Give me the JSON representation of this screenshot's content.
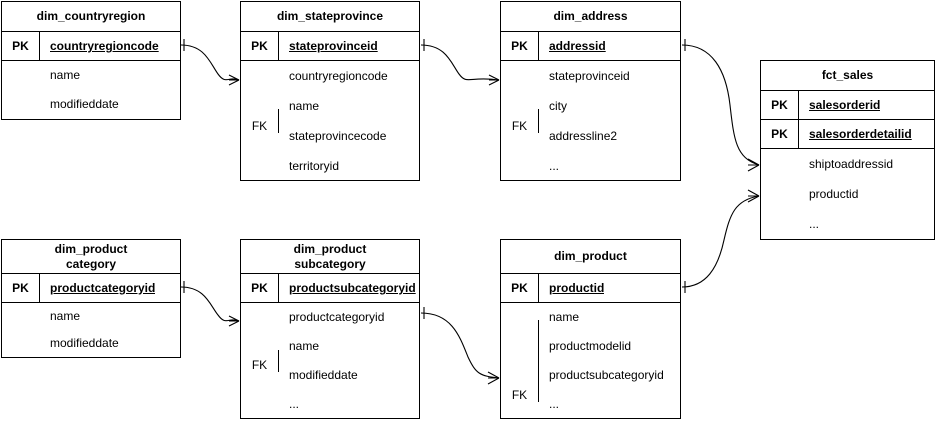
{
  "diagram": {
    "title": "star-schema-er-diagram",
    "notation": "crows-foot",
    "background_color": "#ffffff",
    "line_color": "#000000",
    "text_color": "#000000"
  },
  "entities": [
    {
      "id": "dim_countryregion",
      "title_lines": [
        "dim_countryregion"
      ],
      "keys": [
        {
          "tag": "PK",
          "name": "countryregioncode"
        }
      ],
      "attributes": {
        "tag": "",
        "fields": [
          "name",
          "modifieddate"
        ]
      }
    },
    {
      "id": "dim_stateprovince",
      "title_lines": [
        "dim_stateprovince"
      ],
      "keys": [
        {
          "tag": "PK",
          "name": "stateprovinceid"
        }
      ],
      "attributes": {
        "tag": "FK",
        "fields": [
          "countryregioncode",
          "name",
          "stateprovincecode",
          "territoryid"
        ]
      }
    },
    {
      "id": "dim_address",
      "title_lines": [
        "dim_address"
      ],
      "keys": [
        {
          "tag": "PK",
          "name": "addressid"
        }
      ],
      "attributes": {
        "tag": "FK",
        "fields": [
          "stateprovinceid",
          "city",
          "addressline2",
          "..."
        ]
      }
    },
    {
      "id": "fct_sales",
      "title_lines": [
        "fct_sales"
      ],
      "keys": [
        {
          "tag": "PK",
          "name": "salesorderid"
        },
        {
          "tag": "PK",
          "name": "salesorderdetailid"
        }
      ],
      "attributes": {
        "tag": "",
        "fields": [
          "shiptoaddressid",
          "productid",
          "..."
        ]
      }
    },
    {
      "id": "dim_productcategory",
      "title_lines": [
        "dim_product",
        "category"
      ],
      "keys": [
        {
          "tag": "PK",
          "name": "productcategoryid"
        }
      ],
      "attributes": {
        "tag": "",
        "fields": [
          "name",
          "modifieddate"
        ]
      }
    },
    {
      "id": "dim_productsubcategory",
      "title_lines": [
        "dim_product",
        "subcategory"
      ],
      "keys": [
        {
          "tag": "PK",
          "name": "productsubcategoryid"
        }
      ],
      "attributes": {
        "tag": "FK",
        "fields": [
          "productcategoryid",
          "name",
          "modifieddate",
          "..."
        ]
      }
    },
    {
      "id": "dim_product",
      "title_lines": [
        "dim_product"
      ],
      "keys": [
        {
          "tag": "PK",
          "name": "productid"
        }
      ],
      "attributes": {
        "tag": "FK",
        "fields": [
          "name",
          "productmodelid",
          "productsubcategoryid",
          "..."
        ]
      }
    }
  ],
  "relationships": [
    {
      "id": "countryregion-to-stateprovince",
      "from": "dim_countryregion.countryregioncode",
      "to": "dim_stateprovince.countryregioncode",
      "from_cardinality": "one",
      "to_cardinality": "many"
    },
    {
      "id": "stateprovince-to-address",
      "from": "dim_stateprovince.stateprovinceid",
      "to": "dim_address.stateprovinceid",
      "from_cardinality": "one",
      "to_cardinality": "many"
    },
    {
      "id": "address-to-sales",
      "from": "dim_address.addressid",
      "to": "fct_sales.shiptoaddressid",
      "from_cardinality": "one",
      "to_cardinality": "many"
    },
    {
      "id": "product-to-sales",
      "from": "dim_product.productid",
      "to": "fct_sales.productid",
      "from_cardinality": "one",
      "to_cardinality": "many"
    },
    {
      "id": "productcategory-to-subcategory",
      "from": "dim_productcategory.productcategoryid",
      "to": "dim_productsubcategory.productcategoryid",
      "from_cardinality": "one",
      "to_cardinality": "many"
    },
    {
      "id": "subcategory-to-product",
      "from": "dim_productsubcategory.productcategoryid",
      "to": "dim_product.productsubcategoryid",
      "from_cardinality": "one",
      "to_cardinality": "many"
    }
  ]
}
